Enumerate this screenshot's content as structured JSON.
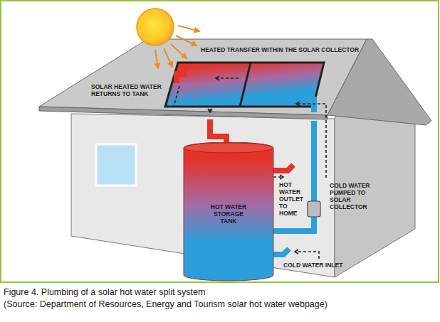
{
  "diagram": {
    "caption": "Figure 4. Plumbing of a solar hot water split system",
    "nodes": [
      {
        "text": [
          "HOT WATER STORAGE TANK"
        ]
      }
    ],
    "labels": [
      "HEATED TRANSFER WITHIN THE SOLAR COLLECTOR",
      "SOLAR HEATED WATER RETURNS TO TANK",
      "HOT WATER OUTLET TO HOME",
      "COLD WATER PUMPED TO SOLAR COLLECTOR",
      "COLD WATER INLET",
      "(Source: Department of Resources, Energy and Tourism solar hot water webpage)"
    ]
  }
}
